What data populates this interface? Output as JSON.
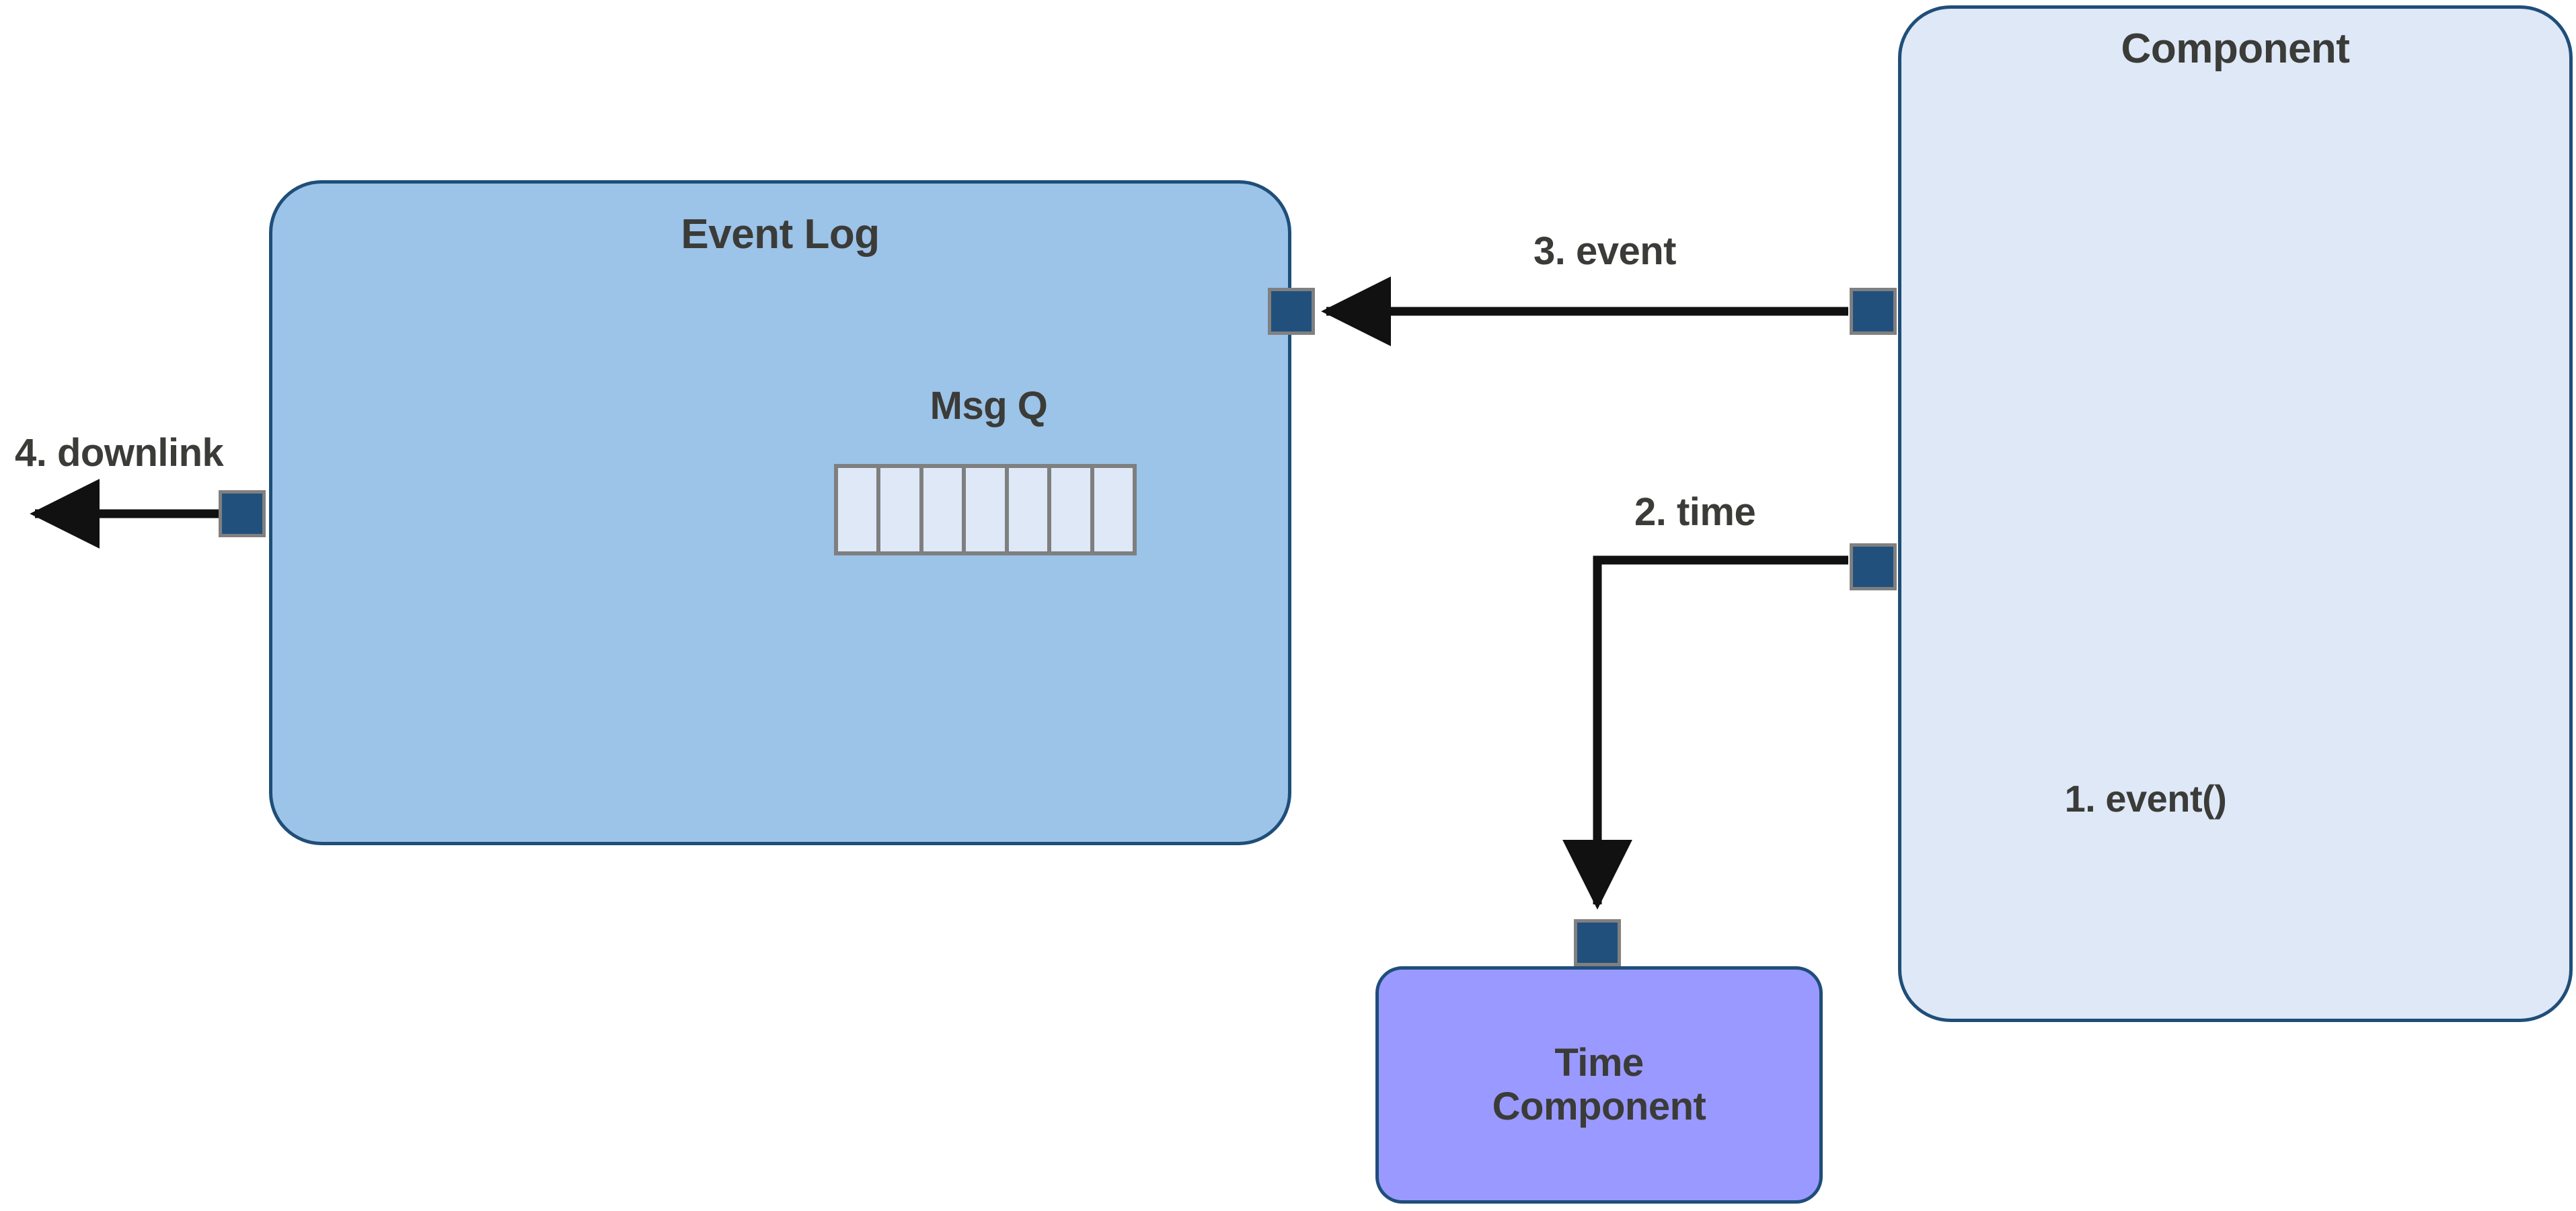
{
  "diagram": {
    "title": "Event Log component interaction diagram",
    "background": "#FFFFFF"
  },
  "colors": {
    "event_log_fill": "#9CC3E8",
    "component_fill": "#DEE8F7",
    "time_component_fill": "#9999FF",
    "box_border": "#1F4E79",
    "port_fill": "#22507D",
    "port_border": "#808080",
    "queue_fill": "#DEE8F7",
    "queue_border": "#7F7F7F",
    "connector": "#111111",
    "text": "#3B3B38"
  },
  "boxes": {
    "event_log": {
      "title": "Event Log"
    },
    "component": {
      "title": "Component",
      "body_label": "1. event()"
    },
    "time_component": {
      "title_line1": "Time",
      "title_line2": "Component"
    }
  },
  "queue": {
    "label": "Msg Q",
    "cell_count": 7,
    "cells": [
      "",
      "",
      "",
      "",
      "",
      "",
      ""
    ]
  },
  "connectors": [
    {
      "id": "step1",
      "label": "1. event()",
      "from": "component",
      "to": "component",
      "kind": "internal-note"
    },
    {
      "id": "step2",
      "label": "2. time",
      "from": "component-time-port",
      "to": "time-component-port",
      "kind": "orthogonal-arrow"
    },
    {
      "id": "step3",
      "label": "3. event",
      "from": "component-event-port",
      "to": "event-log-right-port",
      "kind": "straight-arrow"
    },
    {
      "id": "step3b",
      "label": "",
      "from": "event-log-right-port",
      "to": "msg-queue",
      "kind": "diagonal-arrow"
    },
    {
      "id": "step4",
      "label": "4. downlink",
      "from": "msg-queue",
      "to": "event-log-left-port",
      "kind": "straight-arrow"
    }
  ],
  "ports": [
    {
      "id": "event-log-left-port",
      "owner": "Event Log",
      "side": "left"
    },
    {
      "id": "event-log-right-port",
      "owner": "Event Log",
      "side": "right"
    },
    {
      "id": "component-event-port",
      "owner": "Component",
      "side": "left"
    },
    {
      "id": "component-time-port",
      "owner": "Component",
      "side": "left"
    },
    {
      "id": "time-component-port",
      "owner": "Time Component",
      "side": "top"
    }
  ]
}
